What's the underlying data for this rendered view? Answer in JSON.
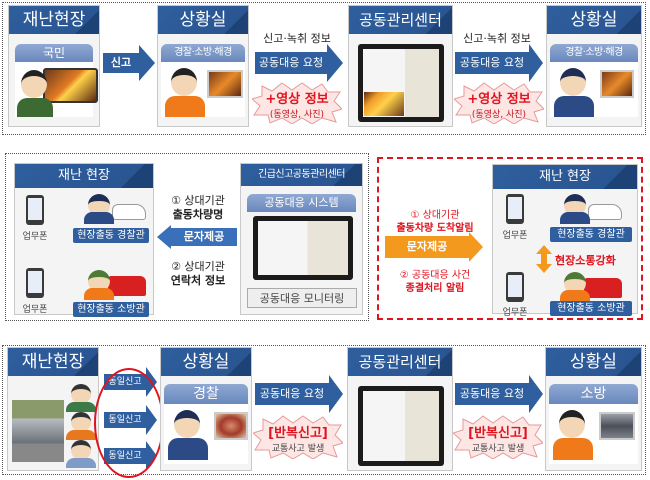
{
  "row1": {
    "scene": {
      "title": "재난현장",
      "sub": "국민"
    },
    "arrow1": "신고",
    "room1": {
      "title": "상황실",
      "sub": "경찰·소방·해경"
    },
    "arrow2": {
      "top": "신고·녹취 정보",
      "label": "공동대응 요청"
    },
    "burst1": {
      "main": "+영상 정보",
      "sub": "(동영상, 사진)"
    },
    "center": {
      "title": "공동관리센터"
    },
    "arrow3": {
      "top": "신고·녹취 정보",
      "label": "공동대응 요청"
    },
    "burst2": {
      "main": "+영상 정보",
      "sub": "(동영상, 사진)"
    },
    "room2": {
      "title": "상황실",
      "sub": "경찰·소방·해경"
    }
  },
  "row2": {
    "scene_left": {
      "title": "재난 현장",
      "phone_label": "업무폰",
      "police_tag": "현장출동 경찰관",
      "fire_tag": "현장출동 소방관"
    },
    "left_arrow": {
      "top_num": "① 상대기관",
      "top_bold": "출동차량명",
      "label": "문자제공",
      "bottom_num": "② 상대기관",
      "bottom_bold": "연락처 정보"
    },
    "center": {
      "title": "긴급신고공동관리센터",
      "sub": "공동대응 시스템",
      "footer": "공동대응 모니터링"
    },
    "right_arrow": {
      "top_num": "① 상대기관",
      "top_bold": "출동차량 도착알림",
      "label": "문자제공",
      "bottom_num": "② 공동대응 사건",
      "bottom_bold": "종결처리 알림"
    },
    "scene_right": {
      "title": "재난 현장",
      "phone_label": "업무폰",
      "police_tag": "현장출동 경찰관",
      "fire_tag": "현장출동 소방관",
      "comm": "현장소통강화"
    }
  },
  "row3": {
    "scene": {
      "title": "재난현장"
    },
    "dup_arrows": [
      "동일신고",
      "동일신고",
      "동일신고"
    ],
    "room1": {
      "title": "상황실",
      "sub": "경찰"
    },
    "arrow2": {
      "label": "공동대응 요청"
    },
    "burst1": {
      "main": "[반복신고]",
      "sub": "교통사고 발생"
    },
    "center": {
      "title": "공동관리센터"
    },
    "arrow3": {
      "label": "공동대응 요청"
    },
    "burst2": {
      "main": "[반복신고]",
      "sub": "교통사고 발생"
    },
    "room2": {
      "title": "상황실",
      "sub": "소방"
    }
  },
  "colors": {
    "header_blue": "#2f5f9e",
    "sub_header_blue": "#7b95c6",
    "alert_red": "#e0141e",
    "orange": "#f39a1e",
    "panel_gray": "#f4f4f4"
  }
}
